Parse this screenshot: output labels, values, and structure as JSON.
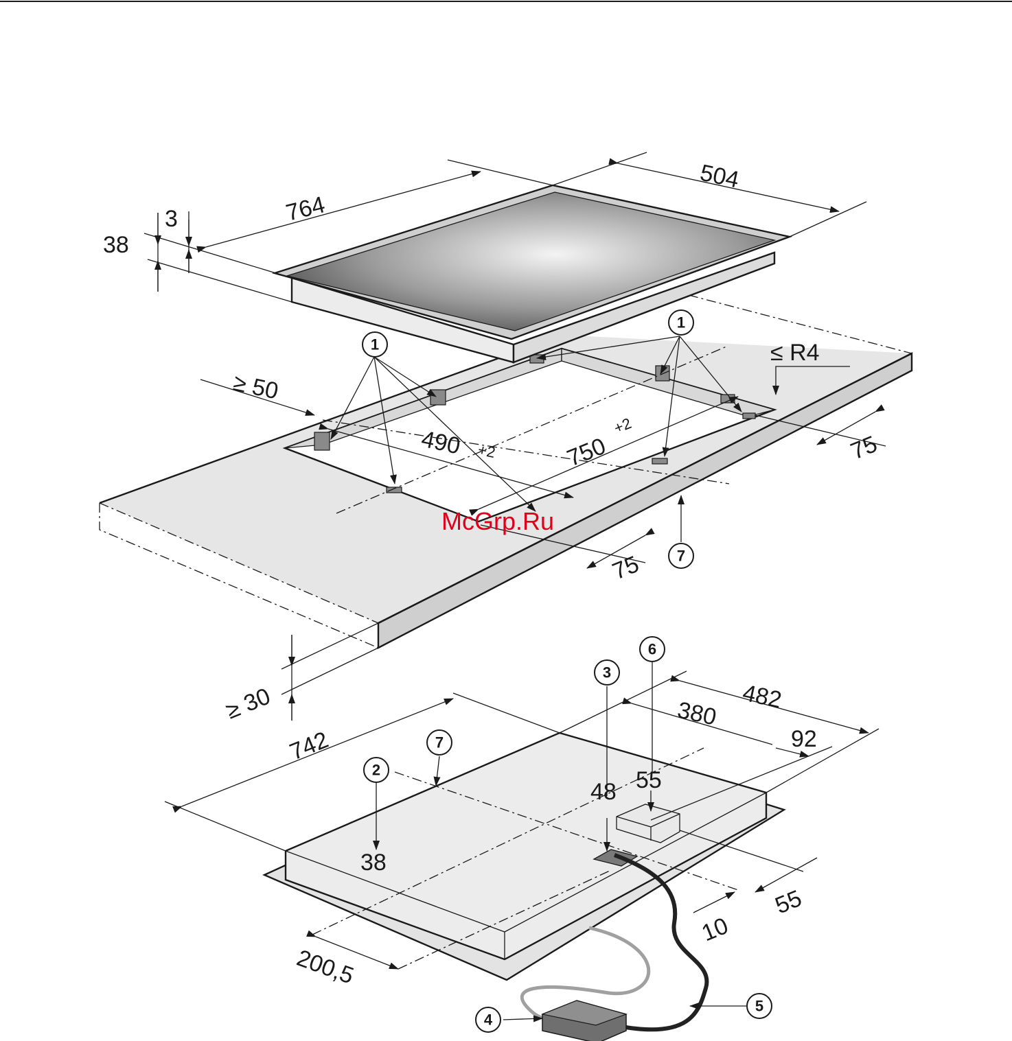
{
  "colors": {
    "line": "#1a1a1a",
    "worktop": "#e6e6e6",
    "edge_shade": "#cfcfcf",
    "cable": "#222222",
    "cable_light": "#a0a0a0",
    "box": "#6f6f6f",
    "watermark": "#e0001a"
  },
  "dimensions": {
    "hob_depth": "764",
    "hob_width": "504",
    "glass_thickness": "3",
    "hob_height": "38",
    "min_edge_distance": "≥ 50",
    "cutout_width": "490",
    "cutout_width_tol": "+2",
    "cutout_depth": "750",
    "cutout_depth_tol": "+2",
    "corner_radius": "≤ R4",
    "offset_right": "75",
    "offset_front": "75",
    "worktop_thickness": "≥ 30",
    "underside_depth": "742",
    "underside_width": "482",
    "conn_offset": "380",
    "box_offset": "92",
    "box_width": "55",
    "conn_size": "48",
    "housing_height": "38",
    "cable_offset_a": "55",
    "cable_offset_b": "10",
    "centre_offset": "200,5"
  },
  "callouts": {
    "c1": "1",
    "c2": "2",
    "c3": "3",
    "c4": "4",
    "c5": "5",
    "c6": "6",
    "c7": "7"
  },
  "watermark": "McGrp.Ru"
}
